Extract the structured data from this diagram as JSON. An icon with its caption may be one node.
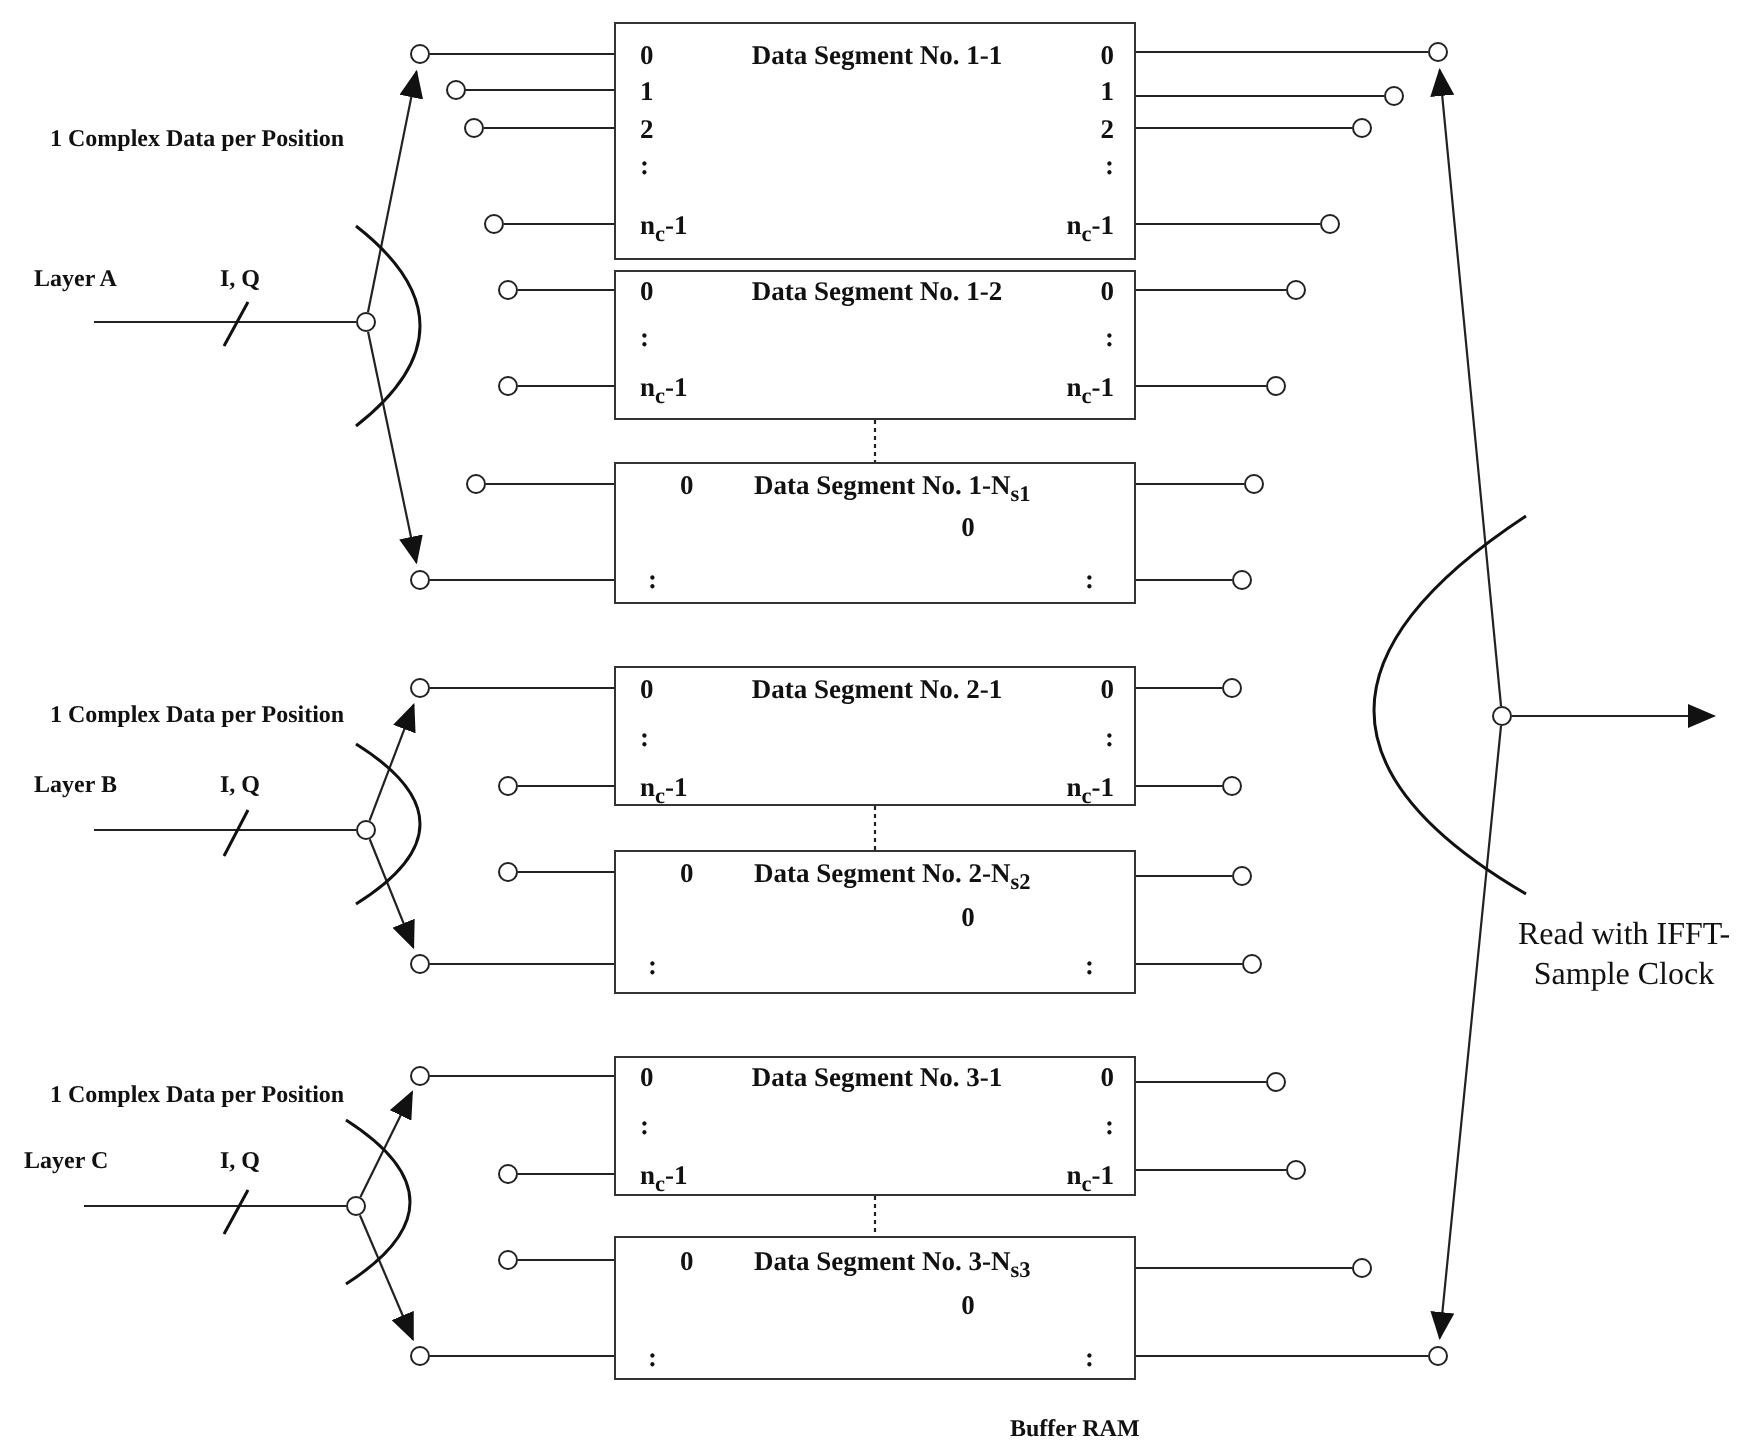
{
  "diagram": {
    "nodes": [
      {
        "text": [
          "0",
          "Data Segment No. 1-1",
          "0",
          "1",
          "1",
          "2",
          "2",
          ":",
          ":",
          "n$_{c}$-1",
          "n$_{c}$-1"
        ]
      },
      {
        "text": [
          "0",
          "Data Segment No. 1-2",
          "0",
          ":",
          ":",
          "n$_{c}$-1",
          "n$_{c}$-1"
        ]
      },
      {
        "text": [
          "0",
          "Data Segment No. 1-N$_{s1}$",
          "0",
          ":",
          ":"
        ]
      },
      {
        "text": [
          "0",
          "Data Segment No. 2-1",
          "0",
          ":",
          ":",
          "n$_{c}$-1",
          "n$_{c}$-1"
        ]
      },
      {
        "text": [
          "0",
          "Data Segment No. 2-N$_{s2}$",
          "0",
          ":",
          ":"
        ]
      },
      {
        "text": [
          "0",
          "Data Segment No. 3-1",
          "0",
          ":",
          ":",
          "n$_{c}$-1",
          "n$_{c}$-1"
        ]
      },
      {
        "text": [
          "0",
          "Data Segment No. 3-N$_{s3}$",
          "0",
          ":",
          ":"
        ]
      },
      {
        "text": [],
        "shape": "circle"
      },
      {
        "text": [],
        "shape": "circle"
      },
      {
        "text": [],
        "shape": "circle"
      },
      {
        "text": [],
        "shape": "circle"
      },
      {
        "text": [],
        "shape": "circle"
      },
      {
        "text": [],
        "shape": "circle"
      },
      {
        "text": [],
        "shape": "circle"
      },
      {
        "text": [],
        "shape": "circle"
      },
      {
        "text": [],
        "shape": "circle"
      },
      {
        "text": [],
        "shape": "circle"
      },
      {
        "text": [],
        "shape": "circle"
      },
      {
        "text": [],
        "shape": "circle"
      },
      {
        "text": [],
        "shape": "circle"
      },
      {
        "text": [],
        "shape": "circle"
      },
      {
        "text": [],
        "shape": "circle"
      },
      {
        "text": [],
        "shape": "circle"
      },
      {
        "text": [],
        "shape": "circle"
      },
      {
        "text": [],
        "shape": "circle"
      },
      {
        "text": [],
        "shape": "circle"
      },
      {
        "text": [],
        "shape": "circle"
      },
      {
        "text": [],
        "shape": "circle"
      },
      {
        "text": [],
        "shape": "circle"
      },
      {
        "text": [],
        "shape": "circle"
      },
      {
        "text": [],
        "shape": "circle"
      },
      {
        "text": [],
        "shape": "circle"
      },
      {
        "text": [],
        "shape": "circle"
      },
      {
        "text": [],
        "shape": "circle"
      },
      {
        "text": [],
        "shape": "circle"
      },
      {
        "text": [],
        "shape": "circle"
      },
      {
        "text": [],
        "shape": "circle"
      },
      {
        "text": [],
        "shape": "circle"
      },
      {
        "text": [],
        "shape": "circle"
      },
      {
        "text": [],
        "shape": "circle"
      },
      {
        "text": [],
        "shape": "circle"
      },
      {
        "text": [],
        "shape": "circle"
      },
      {
        "text": [],
        "shape": "circle"
      }
    ],
    "edges": [
      {
        "from": 11,
        "to": 0,
        "arrow": "none"
      },
      {
        "from": 12,
        "to": 0,
        "arrow": "none"
      },
      {
        "from": 13,
        "to": 0,
        "arrow": "none"
      },
      {
        "from": 14,
        "to": 0,
        "arrow": "none"
      },
      {
        "from": 0,
        "to": 15,
        "arrow": "none"
      },
      {
        "from": 0,
        "to": 16,
        "arrow": "none"
      },
      {
        "from": 0,
        "to": 17,
        "arrow": "none"
      },
      {
        "from": 0,
        "to": 18,
        "arrow": "none"
      },
      {
        "from": 19,
        "to": 1,
        "arrow": "none"
      },
      {
        "from": 20,
        "to": 1,
        "arrow": "none"
      },
      {
        "from": 1,
        "to": 21,
        "arrow": "none"
      },
      {
        "from": 1,
        "to": 22,
        "arrow": "none"
      },
      {
        "from": 23,
        "to": 2,
        "arrow": "none"
      },
      {
        "from": 24,
        "to": 2,
        "arrow": "none"
      },
      {
        "from": 2,
        "to": 25,
        "arrow": "none"
      },
      {
        "from": 2,
        "to": 26,
        "arrow": "none"
      },
      {
        "from": 27,
        "to": 3,
        "arrow": "none"
      },
      {
        "from": 28,
        "to": 3,
        "arrow": "none"
      },
      {
        "from": 3,
        "to": 29,
        "arrow": "none"
      },
      {
        "from": 3,
        "to": 30,
        "arrow": "none"
      },
      {
        "from": 31,
        "to": 4,
        "arrow": "none"
      },
      {
        "from": 32,
        "to": 4,
        "arrow": "none"
      },
      {
        "from": 4,
        "to": 33,
        "arrow": "none"
      },
      {
        "from": 4,
        "to": 34,
        "arrow": "none"
      },
      {
        "from": 35,
        "to": 5,
        "arrow": "none"
      },
      {
        "from": 36,
        "to": 5,
        "arrow": "none"
      },
      {
        "from": 5,
        "to": 37,
        "arrow": "none"
      },
      {
        "from": 5,
        "to": 38,
        "arrow": "none"
      },
      {
        "from": 39,
        "to": 6,
        "arrow": "none"
      },
      {
        "from": 40,
        "to": 6,
        "arrow": "none"
      },
      {
        "from": 6,
        "to": 41,
        "arrow": "none"
      },
      {
        "from": 6,
        "to": 42,
        "arrow": "none"
      },
      {
        "from": 1,
        "to": 2,
        "arrow": "none",
        "style": "dashed"
      },
      {
        "from": 3,
        "to": 4,
        "arrow": "none",
        "style": "dashed"
      },
      {
        "from": 5,
        "to": 6,
        "arrow": "none",
        "style": "dashed"
      },
      {
        "from": null,
        "to": 7,
        "arrow": "none"
      },
      {
        "from": null,
        "to": 8,
        "arrow": "none"
      },
      {
        "from": null,
        "to": 9,
        "arrow": "none"
      },
      {
        "from": 7,
        "to": 11,
        "arrow": "to"
      },
      {
        "from": 7,
        "to": 24,
        "arrow": "to"
      },
      {
        "from": 8,
        "to": 27,
        "arrow": "to"
      },
      {
        "from": 8,
        "to": 32,
        "arrow": "to"
      },
      {
        "from": 9,
        "to": 35,
        "arrow": "to"
      },
      {
        "from": 9,
        "to": 40,
        "arrow": "to"
      },
      {
        "from": 10,
        "to": 15,
        "arrow": "to"
      },
      {
        "from": 10,
        "to": 42,
        "arrow": "to"
      },
      {
        "from": 10,
        "to": null,
        "arrow": "to"
      }
    ],
    "labels": [
      "1 Complex Data per Position",
      "Layer A",
      "I, Q",
      "1 Complex Data per Position",
      "Layer B",
      "I, Q",
      "Read with IFFT- Sample Clock",
      "1 Complex Data per Position",
      "Layer C",
      "I, Q",
      "Buffer RAM"
    ]
  }
}
